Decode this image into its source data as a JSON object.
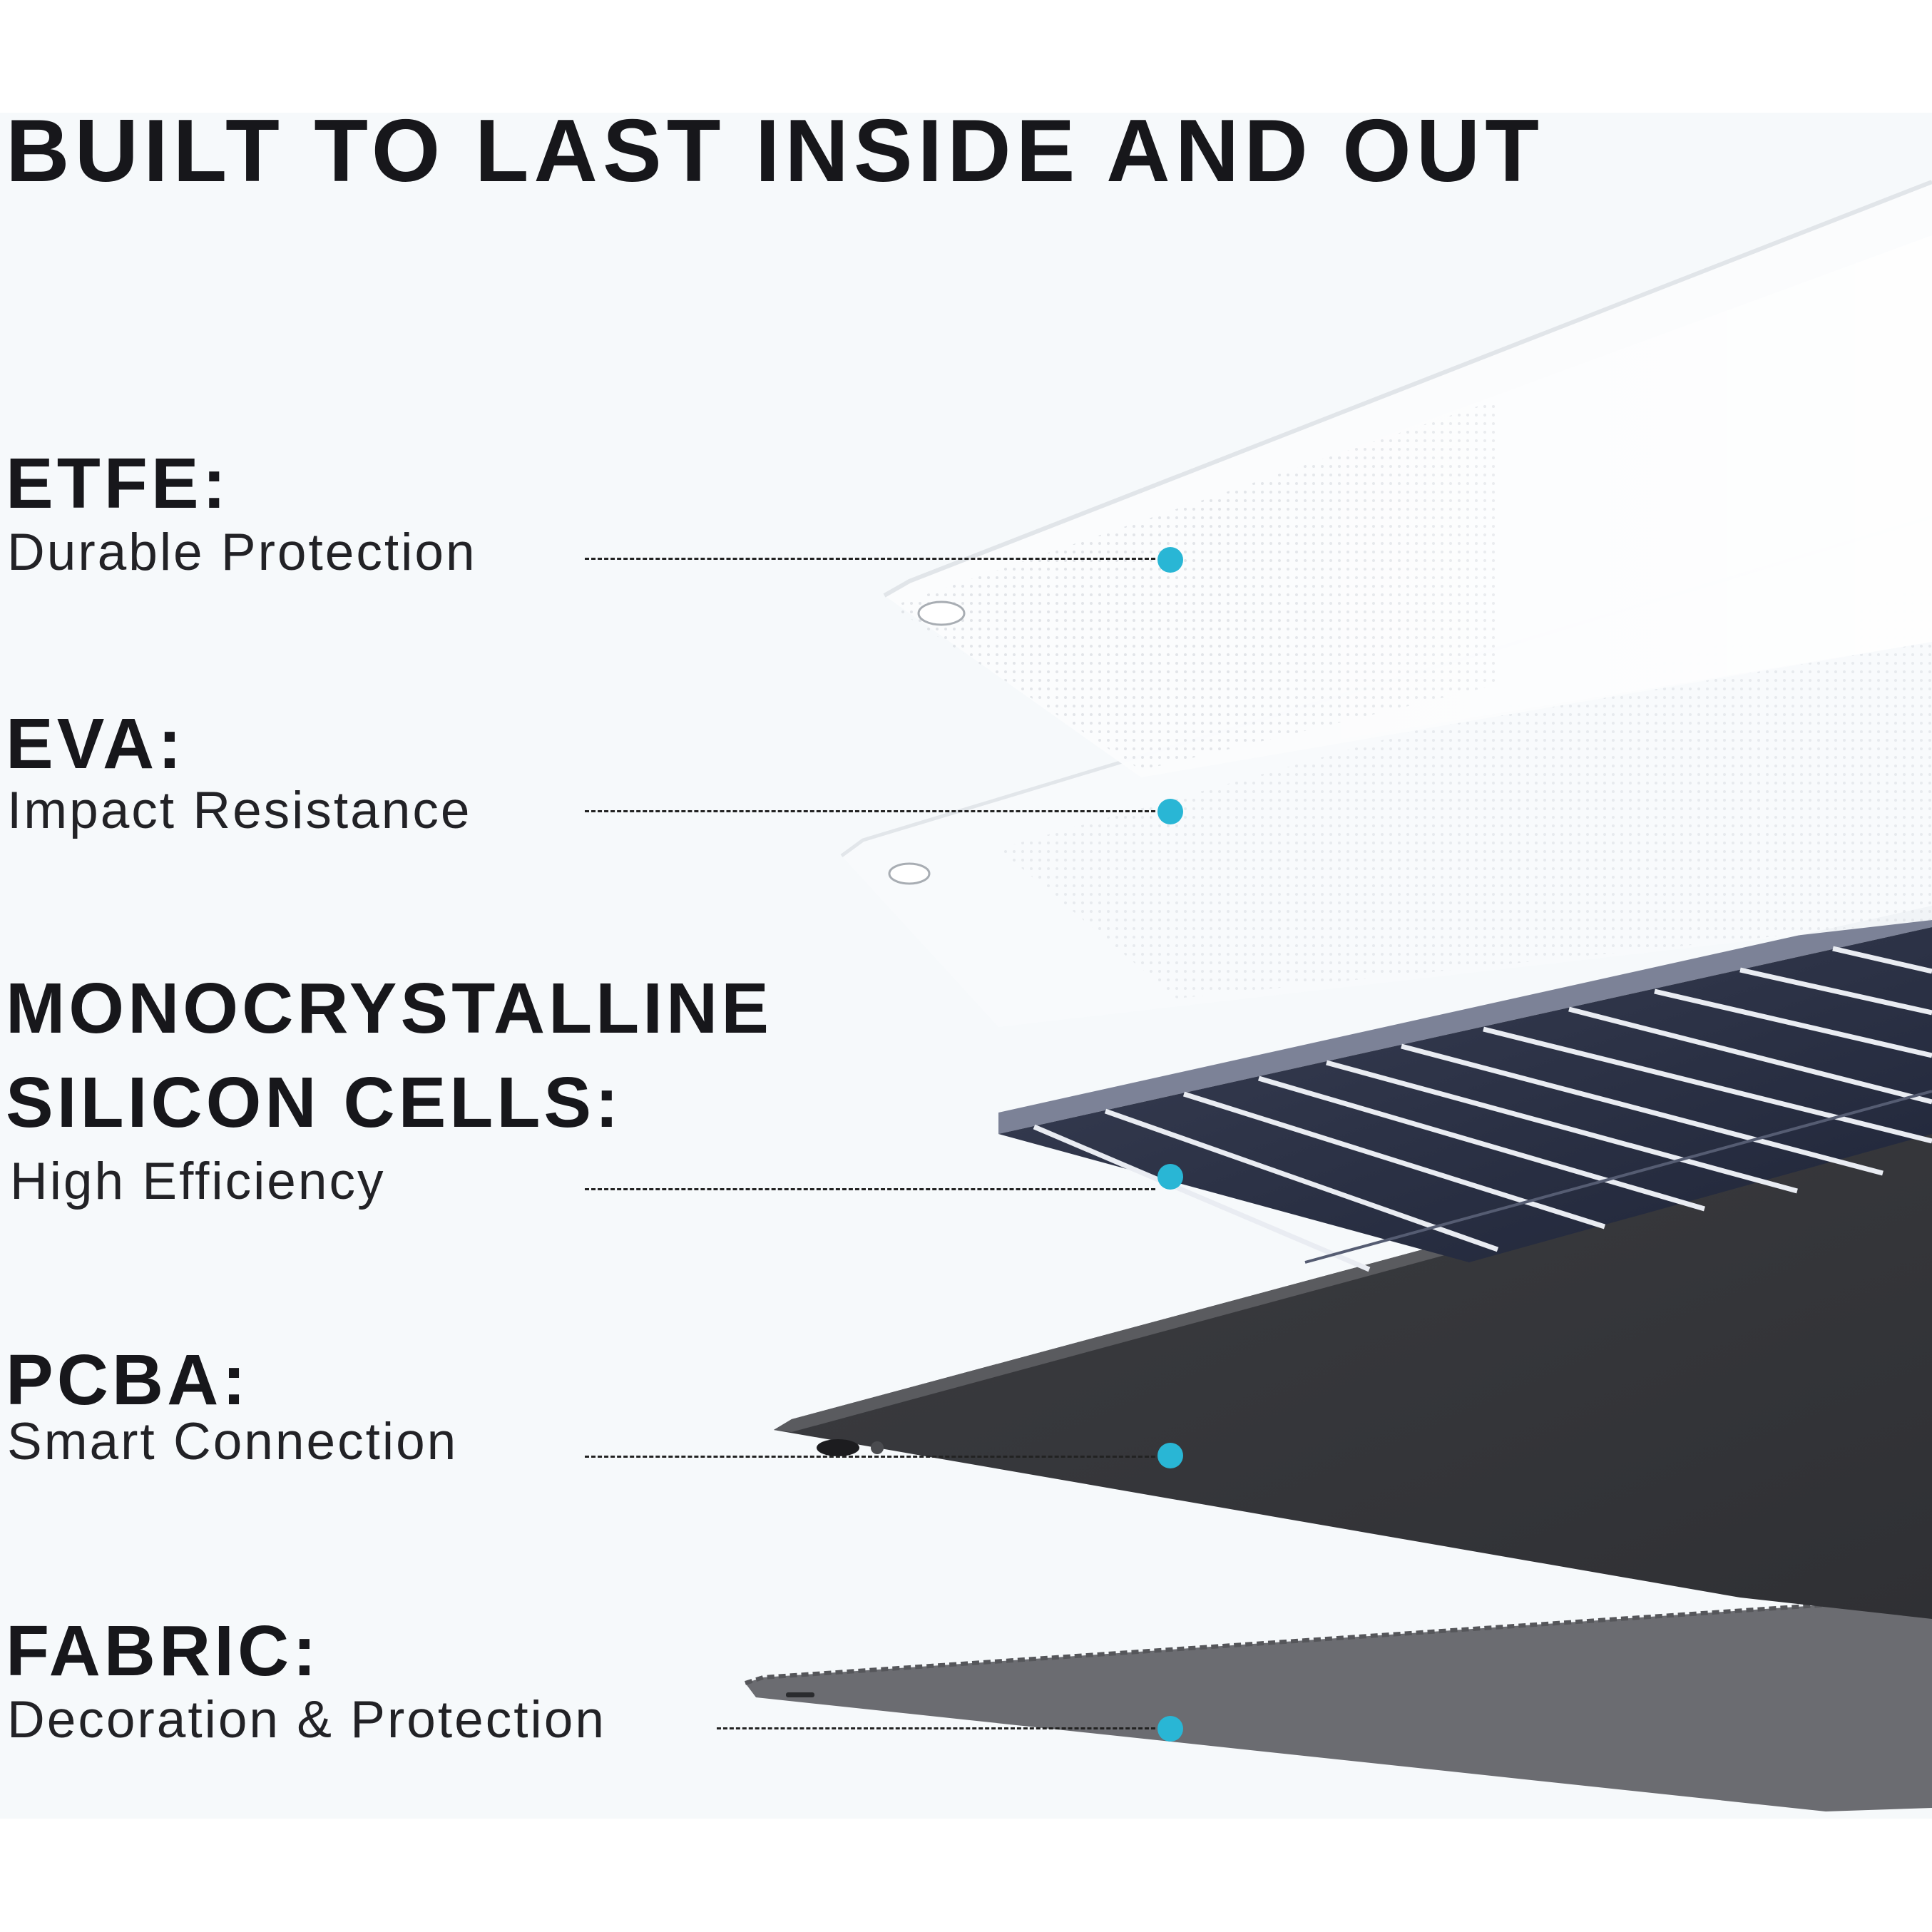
{
  "title": "BUILT TO LAST INSIDE AND OUT",
  "accent_color": "#29b6d5",
  "layers": [
    {
      "name": "ETFE:",
      "subtitle": "Durable Protection",
      "color": "#fbfcfd"
    },
    {
      "name": "EVA:",
      "subtitle": "Impact Resistance",
      "color": "#f9fbfc"
    },
    {
      "name_lines": [
        "MONOCRYSTALLINE",
        "SILICON CELLS:"
      ],
      "subtitle": "High Efficiency",
      "color": "#2b3145"
    },
    {
      "name": "PCBA:",
      "subtitle": "Smart Connection",
      "color": "#36373b"
    },
    {
      "name": "FABRIC:",
      "subtitle": "Decoration & Protection",
      "color": "#6b6c71"
    }
  ],
  "icons": {
    "pointer": "callout-dot-icon"
  }
}
